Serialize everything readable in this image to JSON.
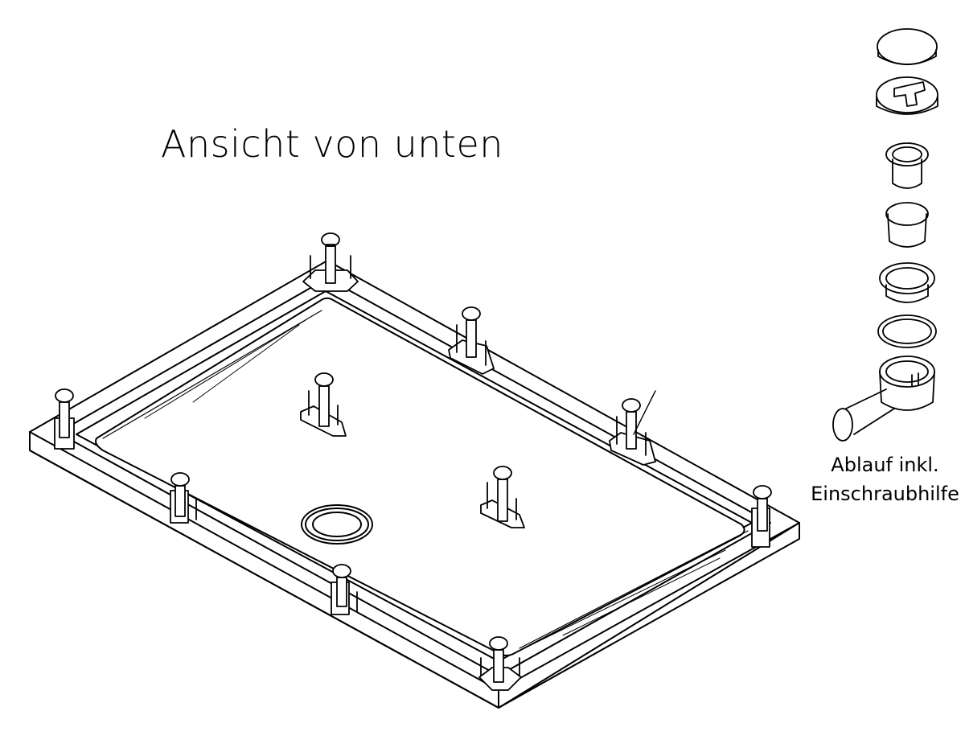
{
  "diagram": {
    "title": "Ansicht von unten",
    "drain_label_line1": "Ablauf inkl.",
    "drain_label_line2": "Einschraubhilfe",
    "line_color": "#000000",
    "background_color": "#ffffff",
    "drain_parts": [
      {
        "name": "cover-cap",
        "icon": "drain-cover-icon"
      },
      {
        "name": "screw-in-tool",
        "icon": "screw-in-tool-icon"
      },
      {
        "name": "insert-sleeve",
        "icon": "sleeve-icon"
      },
      {
        "name": "dip-tube",
        "icon": "dip-tube-icon"
      },
      {
        "name": "flange-ring",
        "icon": "flange-ring-icon"
      },
      {
        "name": "seal-ring",
        "icon": "seal-ring-icon"
      },
      {
        "name": "drain-body",
        "icon": "drain-body-icon"
      }
    ],
    "feet_count": 10
  }
}
